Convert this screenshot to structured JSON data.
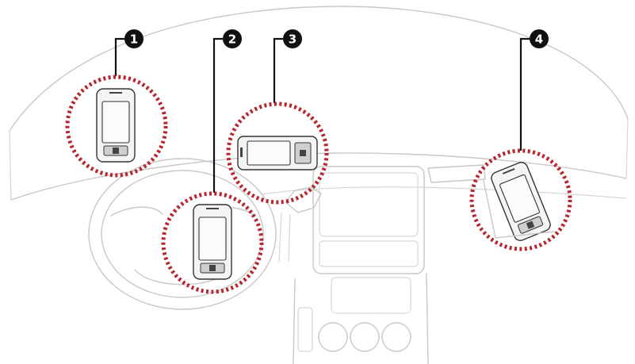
{
  "callouts": [
    {
      "label": "1",
      "position": "windshield-left"
    },
    {
      "label": "2",
      "position": "steering-column"
    },
    {
      "label": "3",
      "position": "dashboard-center"
    },
    {
      "label": "4",
      "position": "dashboard-right"
    }
  ],
  "colors": {
    "ring": "#b5262e",
    "outline": "#c8c8c8",
    "badge": "#111111"
  }
}
